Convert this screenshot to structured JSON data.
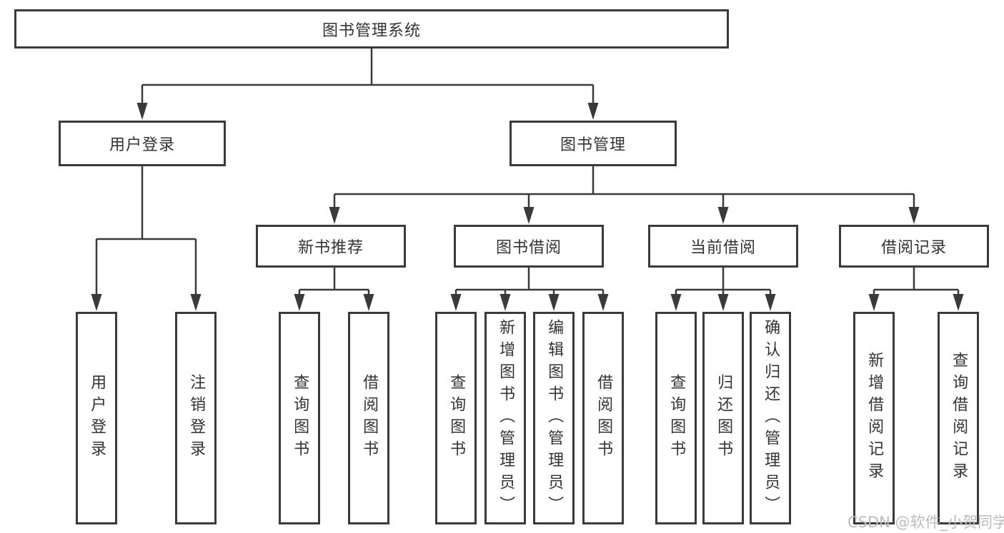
{
  "diagram": {
    "root": {
      "label": "图书管理系统"
    },
    "branches": [
      {
        "label": "用户登录",
        "children": [
          {
            "label": "用户登录"
          },
          {
            "label": "注销登录"
          }
        ]
      },
      {
        "label": "图书管理",
        "sections": [
          {
            "label": "新书推荐",
            "children": [
              {
                "label": "查询图书"
              },
              {
                "label": "借阅图书"
              }
            ]
          },
          {
            "label": "图书借阅",
            "children": [
              {
                "label": "查询图书"
              },
              {
                "label": "新增图书（管理员）"
              },
              {
                "label": "编辑图书（管理员）"
              },
              {
                "label": "借阅图书"
              }
            ]
          },
          {
            "label": "当前借阅",
            "children": [
              {
                "label": "查询图书"
              },
              {
                "label": "归还图书"
              },
              {
                "label": "确认归还（管理员）"
              }
            ]
          },
          {
            "label": "借阅记录",
            "children": [
              {
                "label": "新增借阅记录"
              },
              {
                "label": "查询借阅记录"
              }
            ]
          }
        ]
      }
    ]
  },
  "watermark": {
    "text": "CSDN @软件_小贺同学"
  },
  "colors": {
    "line": "#3a3a3a",
    "text": "#333333",
    "background": "#ffffff",
    "watermark": "#bcbcbc"
  }
}
